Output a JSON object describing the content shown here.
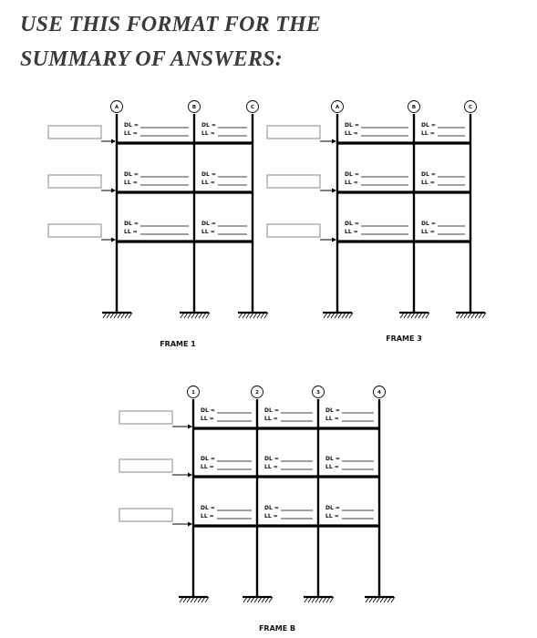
{
  "heading": {
    "line1": "USE THIS FORMAT FOR THE",
    "line2": "SUMMARY OF ANSWERS:"
  },
  "labels": {
    "dl": "DL =",
    "ll": "LL ="
  },
  "frames": [
    {
      "title": "FRAME 1",
      "gridlines": [
        "A",
        "B",
        "C"
      ]
    },
    {
      "title": "FRAME 3",
      "gridlines": [
        "A",
        "B",
        "C"
      ]
    },
    {
      "title": "FRAME B",
      "gridlines": [
        "1",
        "2",
        "3",
        "4"
      ]
    }
  ]
}
